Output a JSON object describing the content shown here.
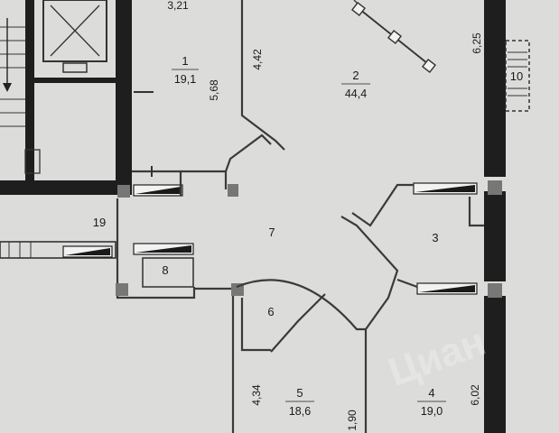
{
  "rooms": [
    {
      "id": "1",
      "number": "1",
      "area": "19,1"
    },
    {
      "id": "2",
      "number": "2",
      "area": "44,4"
    },
    {
      "id": "3",
      "number": "3",
      "area": ""
    },
    {
      "id": "4",
      "number": "4",
      "area": "19,0"
    },
    {
      "id": "5",
      "number": "5",
      "area": "18,6"
    },
    {
      "id": "6",
      "number": "6",
      "area": ""
    },
    {
      "id": "7",
      "number": "7",
      "area": ""
    },
    {
      "id": "8",
      "number": "8",
      "area": ""
    },
    {
      "id": "10",
      "number": "10",
      "area": ""
    },
    {
      "id": "19",
      "number": "19",
      "area": ""
    }
  ],
  "dimensions": {
    "d_321": "3,21",
    "d_442": "4,42",
    "d_568": "5,68",
    "d_625": "6,25",
    "d_434": "4,34",
    "d_190": "1,90",
    "d_602": "6,02"
  },
  "watermark": {
    "text": "Циан"
  },
  "colors": {
    "paper": "#dcdcda",
    "wall": "#1e1e1e",
    "line": "#3a3a3a"
  }
}
